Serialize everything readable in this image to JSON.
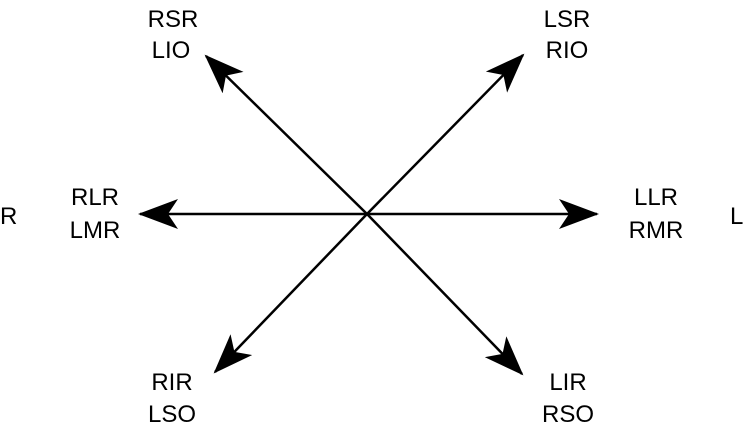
{
  "diagram": {
    "side_labels": {
      "right_side": "R",
      "left_side": "L"
    },
    "directions": {
      "up_left": {
        "line1": "RSR",
        "line2": "LIO"
      },
      "up_right": {
        "line1": "LSR",
        "line2": "RIO"
      },
      "left": {
        "line1": "RLR",
        "line2": "LMR"
      },
      "right": {
        "line1": "LLR",
        "line2": "RMR"
      },
      "down_left": {
        "line1": "RIR",
        "line2": "LSO"
      },
      "down_right": {
        "line1": "LIR",
        "line2": "RSO"
      }
    },
    "colors": {
      "stroke": "#000000",
      "background": "#ffffff"
    }
  }
}
